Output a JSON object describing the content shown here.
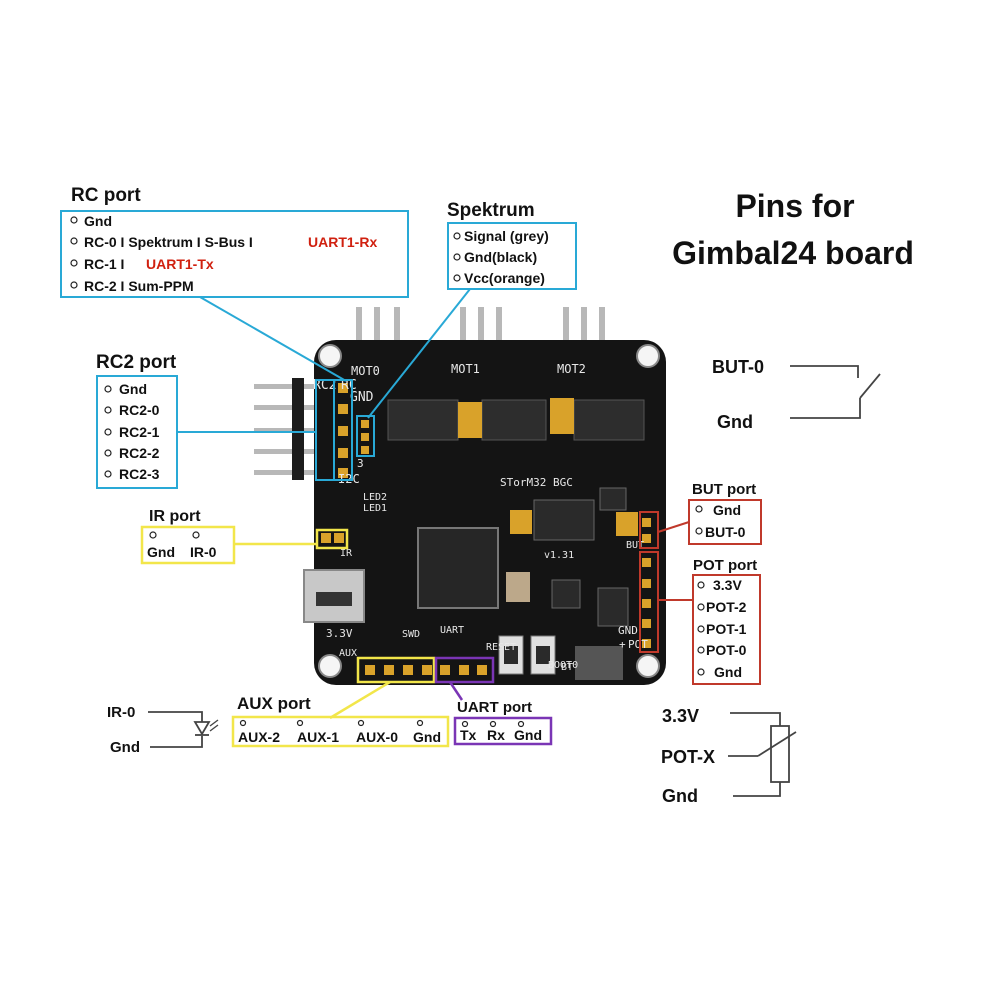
{
  "title": {
    "line1": "Pins for",
    "line2": "Gimbal24 board"
  },
  "colors": {
    "cyan": "#29a9d6",
    "yellow": "#f2e64a",
    "red": "#c0392b",
    "purple": "#7a35b5",
    "accent_text": "#d0200f",
    "board": "#141414"
  },
  "rc_port": {
    "title": "RC port",
    "rows": [
      {
        "text": "Gnd",
        "accent": ""
      },
      {
        "text": "RC-0 I Spektrum I S-Bus I",
        "accent": "UART1-Rx"
      },
      {
        "text": "RC-1 I",
        "accent": "UART1-Tx"
      },
      {
        "text": "RC-2 I Sum-PPM",
        "accent": ""
      }
    ]
  },
  "spektrum": {
    "title": "Spektrum",
    "rows": [
      "Signal (grey)",
      "Gnd(black)",
      "Vcc(orange)"
    ]
  },
  "rc2_port": {
    "title": "RC2 port",
    "rows": [
      "Gnd",
      "RC2-0",
      "RC2-1",
      "RC2-2",
      "RC2-3"
    ]
  },
  "ir_port": {
    "title": "IR port",
    "pins": [
      "Gnd",
      "IR-0"
    ]
  },
  "but_port": {
    "title": "BUT port",
    "rows": [
      "Gnd",
      "BUT-0"
    ]
  },
  "pot_port": {
    "title": "POT port",
    "rows": [
      "3.3V",
      "POT-2",
      "POT-1",
      "POT-0",
      "Gnd"
    ]
  },
  "aux_port": {
    "title": "AUX port",
    "pins": [
      "AUX-2",
      "AUX-1",
      "AUX-0",
      "Gnd"
    ]
  },
  "uart_port": {
    "title": "UART port",
    "pins": [
      "Tx",
      "Rx",
      "Gnd"
    ]
  },
  "button_schematic": {
    "top": "BUT-0",
    "bottom": "Gnd"
  },
  "ir_schematic": {
    "top": "IR-0",
    "bottom": "Gnd"
  },
  "pot_schematic": {
    "top": "3.3V",
    "middle": "POT-X",
    "bottom": "Gnd"
  },
  "board_silkscreen": {
    "rc2": "RC2",
    "rc": "RC",
    "gnd_top": "GND",
    "mot0": "MOT0",
    "mot1": "MOT1",
    "mot2": "MOT2",
    "i2c": "I2C",
    "led2": "LED2",
    "led1": "LED1",
    "storm": "STorM32 BGC",
    "version": "v1.31",
    "ir": "IR",
    "v33": "3.3V",
    "swd": "SWD",
    "uart": "UART",
    "reset": "RESET",
    "boot0": "BOOT0",
    "bt": "BT",
    "aux": "AUX",
    "gnd_right": "GND",
    "pot": "POT",
    "but": "BUT",
    "plus": "+",
    "three": "3"
  }
}
